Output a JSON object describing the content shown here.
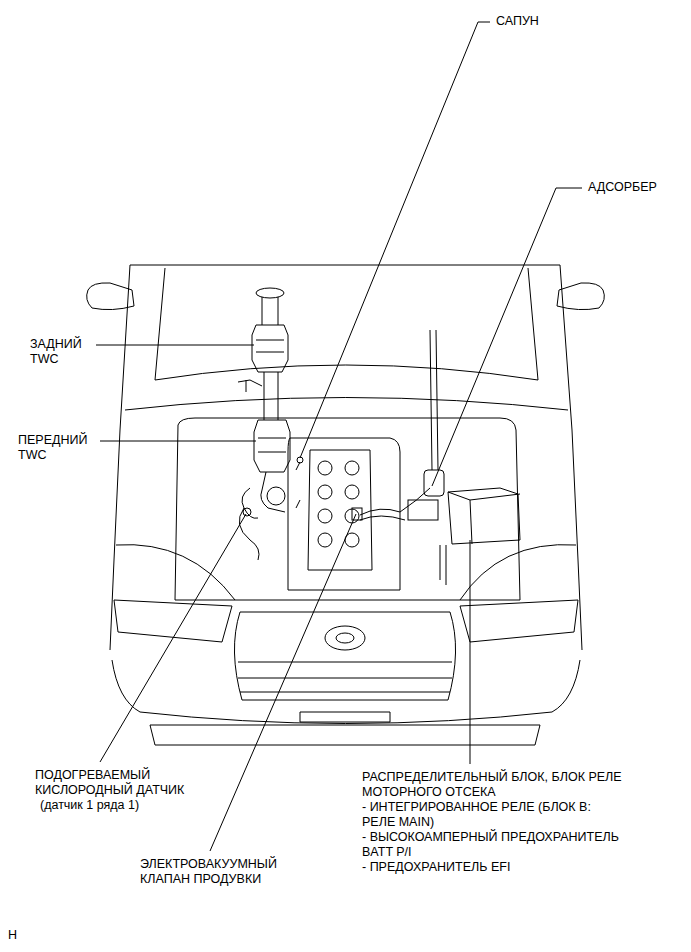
{
  "diagram": {
    "labels": [
      "САПУН",
      "АДСОРБЕР",
      "ЗАДНИЙ TWC",
      "ПЕРЕДНИЙ TWC",
      "ПОДОГРЕВАЕМЫЙ КИСЛОРОДНЫЙ ДАТЧИК",
      "(датчик 1 ряда 1)",
      "ЭЛЕКТРОВАКУУМНЫЙ КЛАПАН ПРОДУВКИ",
      "РАСПРЕДЕЛИТЕЛЬНЫЙ БЛОК, БЛОК РЕЛЕ МОТОРНОГО ОТСЕКА",
      "- ИНТЕГРИРОВАННОЕ РЕЛЕ (БЛОК В: РЕЛЕ MAIN)",
      "- ВЫСОКОАМПЕРНЫЙ ПРЕДОХРАНИТЕЛЬ BATT P/I",
      "- ПРЕДОХРАНИТЕЛЬ EFI",
      "H"
    ]
  }
}
